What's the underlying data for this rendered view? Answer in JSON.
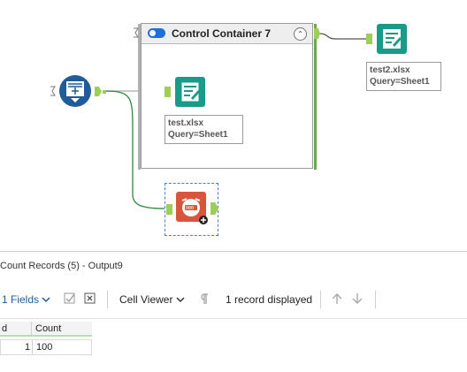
{
  "workflow": {
    "container": {
      "title": "Control Container 7",
      "collapse_glyph": "⌃"
    },
    "tool_in_container": {
      "annotation_line1": "test.xlsx",
      "annotation_line2": "Query=Sheet1"
    },
    "tool_outside": {
      "annotation_line1": "test2.xlsx",
      "annotation_line2": "Query=Sheet1"
    },
    "input_tool": {
      "icon": "text-input-icon"
    },
    "count_tool": {
      "icon": "count-records-icon"
    },
    "colors": {
      "container_edge": "#6aa84f",
      "output_tool": "#1a9b8a",
      "input_tool": "#1f5c99",
      "count_tool": "#d8553a",
      "wire": "#2e8b3e",
      "anchor": "#9bcf5a"
    }
  },
  "results": {
    "title": "Count Records (5) - Output9",
    "toolbar": {
      "fields_label": "1 Fields",
      "viewer_label": "Cell Viewer",
      "records_label": "1 record displayed"
    },
    "grid": {
      "columns": [
        "d",
        "Count"
      ],
      "rows": [
        {
          "record": "1",
          "count": "100"
        }
      ]
    }
  }
}
